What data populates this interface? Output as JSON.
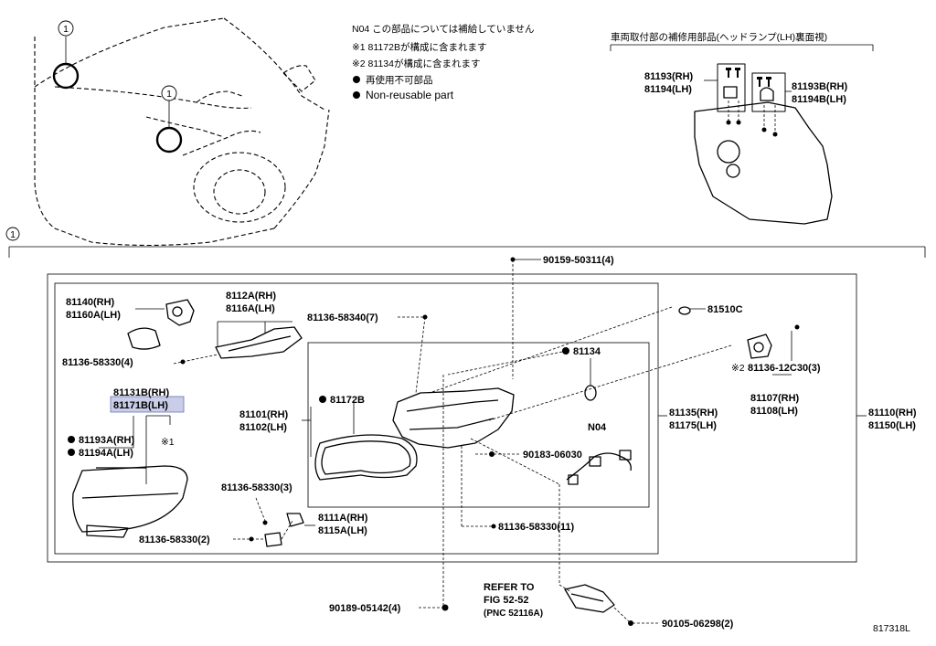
{
  "notes": {
    "n04": "N04 この部品については補給していません",
    "note1": "※1 81172Bが構成に含まれます",
    "note2": "※2 81134が構成に含まれます",
    "nonreusable_jp": "再使用不可部品",
    "nonreusable_en": "Non-reusable part"
  },
  "inset": {
    "title": "車両取付部の補修用部品(ヘッドランプ(LH)裏面視)",
    "left_rh": "81193(RH)",
    "left_lh": "81194(LH)",
    "right_rh": "81193B(RH)",
    "right_lh": "81194B(LH)"
  },
  "callouts": {
    "c1": "1",
    "c2": "1",
    "section": "1"
  },
  "labels": {
    "p90159": "90159-50311(4)",
    "p81140": "81140(RH)",
    "p81160a": "81160A(LH)",
    "p8112a": "8112A(RH)",
    "p8116a": "8116A(LH)",
    "p81136_58340": "81136-58340(7)",
    "p81510c": "81510C",
    "p81136_58330_4": "81136-58330(4)",
    "p81134": "81134",
    "p81131b": "81131B(RH)",
    "p81171b": "81171B(LH)",
    "p81193a": "81193A(RH)",
    "p81194a": "81194A(LH)",
    "star1": "※1",
    "p81101": "81101(RH)",
    "p81102": "81102(LH)",
    "p81172b": "81172B",
    "p81135": "81135(RH)",
    "p81175": "81175(LH)",
    "star2": "※2",
    "p81136_12c30": "81136-12C30(3)",
    "p81107": "81107(RH)",
    "p81108": "81108(LH)",
    "p81110": "81110(RH)",
    "p81150": "81150(LH)",
    "n04": "N04",
    "p90183": "90183-06030",
    "p81136_58330_3": "81136-58330(3)",
    "p8111a": "8111A(RH)",
    "p8115a": "8115A(LH)",
    "p81136_58330_11": "81136-58330(11)",
    "p81136_58330_2": "81136-58330(2)",
    "refer1": "REFER TO",
    "refer2": "FIG 52-52",
    "refer3": "(PNC 52116A)",
    "p90189": "90189-05142(4)",
    "p90105": "90105-06298(2)",
    "fig_id": "817318L"
  },
  "colors": {
    "line": "#000000",
    "highlight_fill": "#c9cde8",
    "highlight_stroke": "#6b73b8"
  }
}
